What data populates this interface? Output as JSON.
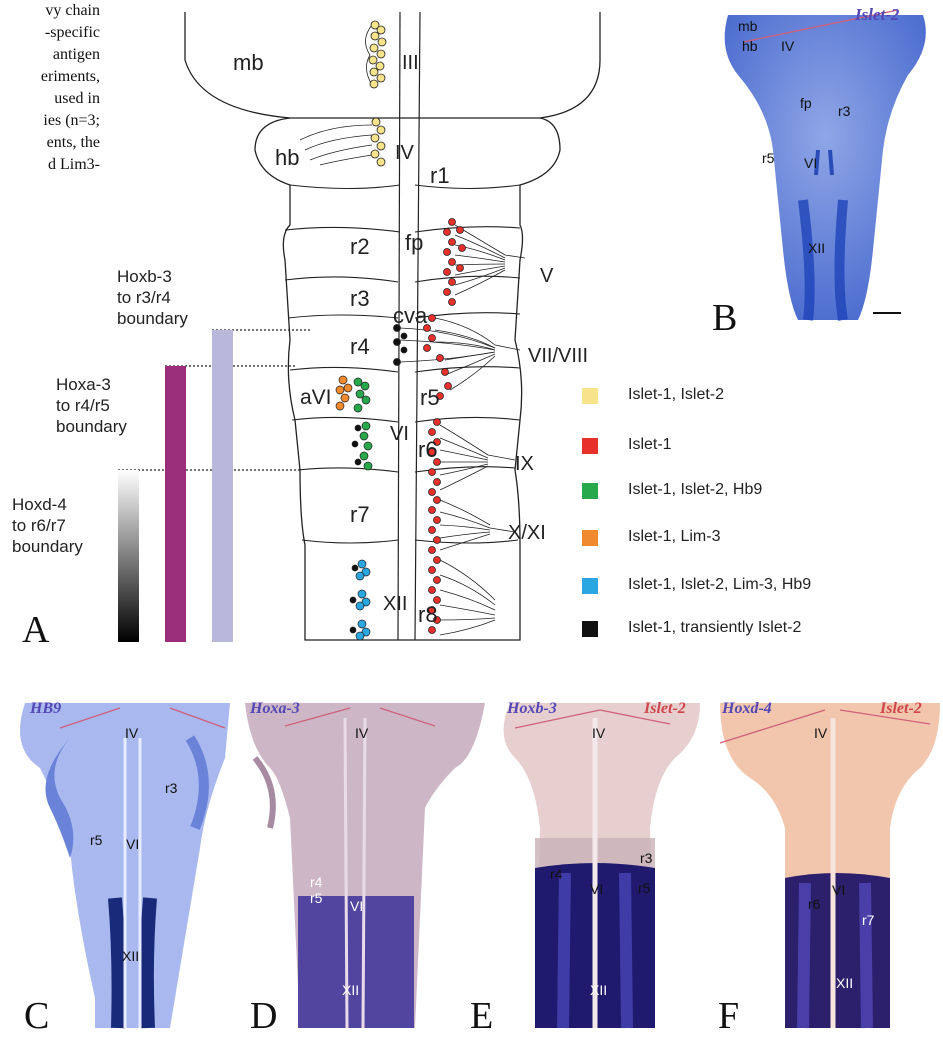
{
  "text_fragment": {
    "lines": [
      "vy chain",
      "-specific",
      "antigen",
      "eriments,",
      "used in",
      "ies (n=3;",
      "ents, the",
      "d Lim3-"
    ]
  },
  "panelA": {
    "letter": "A",
    "regions": {
      "mb": "mb",
      "hb": "hb",
      "r1": "r1",
      "r2": "r2",
      "r3": "r3",
      "r4": "r4",
      "r5": "r5",
      "r6": "r6",
      "r7": "r7",
      "r8": "r8",
      "fp": "fp",
      "cva": "cva",
      "aVI": "aVI"
    },
    "nuclei": {
      "III": "III",
      "IV": "IV",
      "V": "V",
      "VI": "VI",
      "VIIVIII": "VII/VIII",
      "IX": "IX",
      "XXI": "X/XI",
      "XII": "XII"
    },
    "hox": [
      {
        "label_line1": "Hoxb-3",
        "label_line2": "to r3/r4",
        "label_line3": "boundary"
      },
      {
        "label_line1": "Hoxa-3",
        "label_line2": "to r4/r5",
        "label_line3": "boundary"
      },
      {
        "label_line1": "Hoxd-4",
        "label_line2": "to r6/r7",
        "label_line3": "boundary"
      }
    ],
    "legend": [
      {
        "color": "#f7e38a",
        "text": "Islet-1, Islet-2"
      },
      {
        "color": "#e8302a",
        "text": "Islet-1"
      },
      {
        "color": "#27a84a",
        "text": "Islet-1, Islet-2, Hb9"
      },
      {
        "color": "#f08a2e",
        "text": "Islet-1, Lim-3"
      },
      {
        "color": "#2aa6e0",
        "text": "Islet-1, Islet-2, Lim-3, Hb9"
      },
      {
        "color": "#111111",
        "text": "Islet-1, transiently Islet-2"
      }
    ]
  },
  "panelB": {
    "letter": "B",
    "gene": "Islet-2",
    "labels": {
      "mb": "mb",
      "hb": "hb",
      "IV": "IV",
      "fp": "fp",
      "r3": "r3",
      "r5": "r5",
      "VI": "VI",
      "XII": "XII"
    }
  },
  "panelC": {
    "letter": "C",
    "gene": "HB9",
    "labels": {
      "IV": "IV",
      "r3": "r3",
      "r5": "r5",
      "VI": "VI",
      "XII": "XII"
    }
  },
  "panelD": {
    "letter": "D",
    "gene": "Hoxa-3",
    "labels": {
      "IV": "IV",
      "r4": "r4",
      "r5": "r5",
      "VI": "VI",
      "XII": "XII"
    }
  },
  "panelE": {
    "letter": "E",
    "gene": "Hoxb-3",
    "gene2": "Islet-2",
    "labels": {
      "IV": "IV",
      "r3": "r3",
      "r4": "r4",
      "VI": "VI",
      "r5": "r5",
      "XII": "XII"
    }
  },
  "panelF": {
    "letter": "F",
    "gene": "Hoxd-4",
    "gene2": "Islet-2",
    "labels": {
      "IV": "IV",
      "VI": "VI",
      "r6": "r6",
      "r7": "r7",
      "XII": "XII"
    }
  }
}
